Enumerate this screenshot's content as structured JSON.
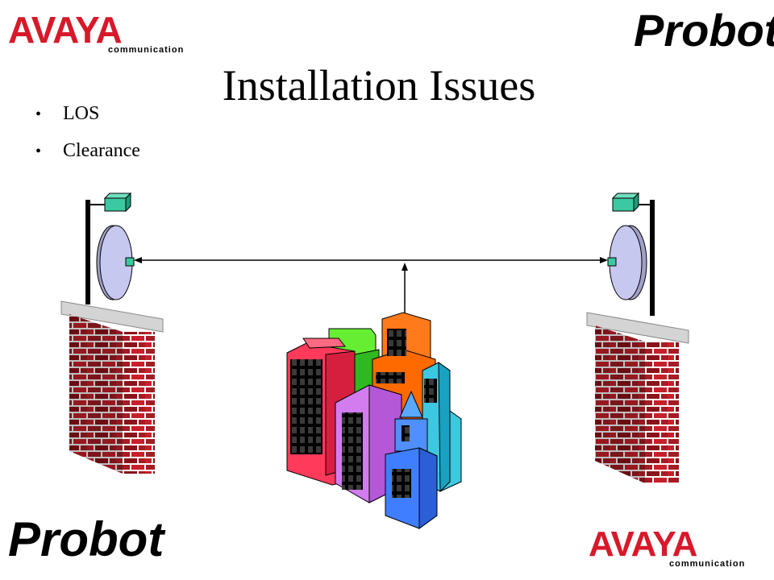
{
  "slide": {
    "title": "Installation Issues",
    "bullets": [
      "LOS",
      "Clearance"
    ]
  },
  "logos": {
    "avaya": {
      "word": "AVAYA",
      "sub": "communication"
    },
    "probot": {
      "word": "Probot"
    }
  },
  "colors": {
    "brick": "#a51c24",
    "brick_light": "#c8202a",
    "mortar": "#ffffff",
    "dish": "#c7c8f0",
    "radio": "#3cc8a0",
    "avaya_red": "#d7192a"
  }
}
